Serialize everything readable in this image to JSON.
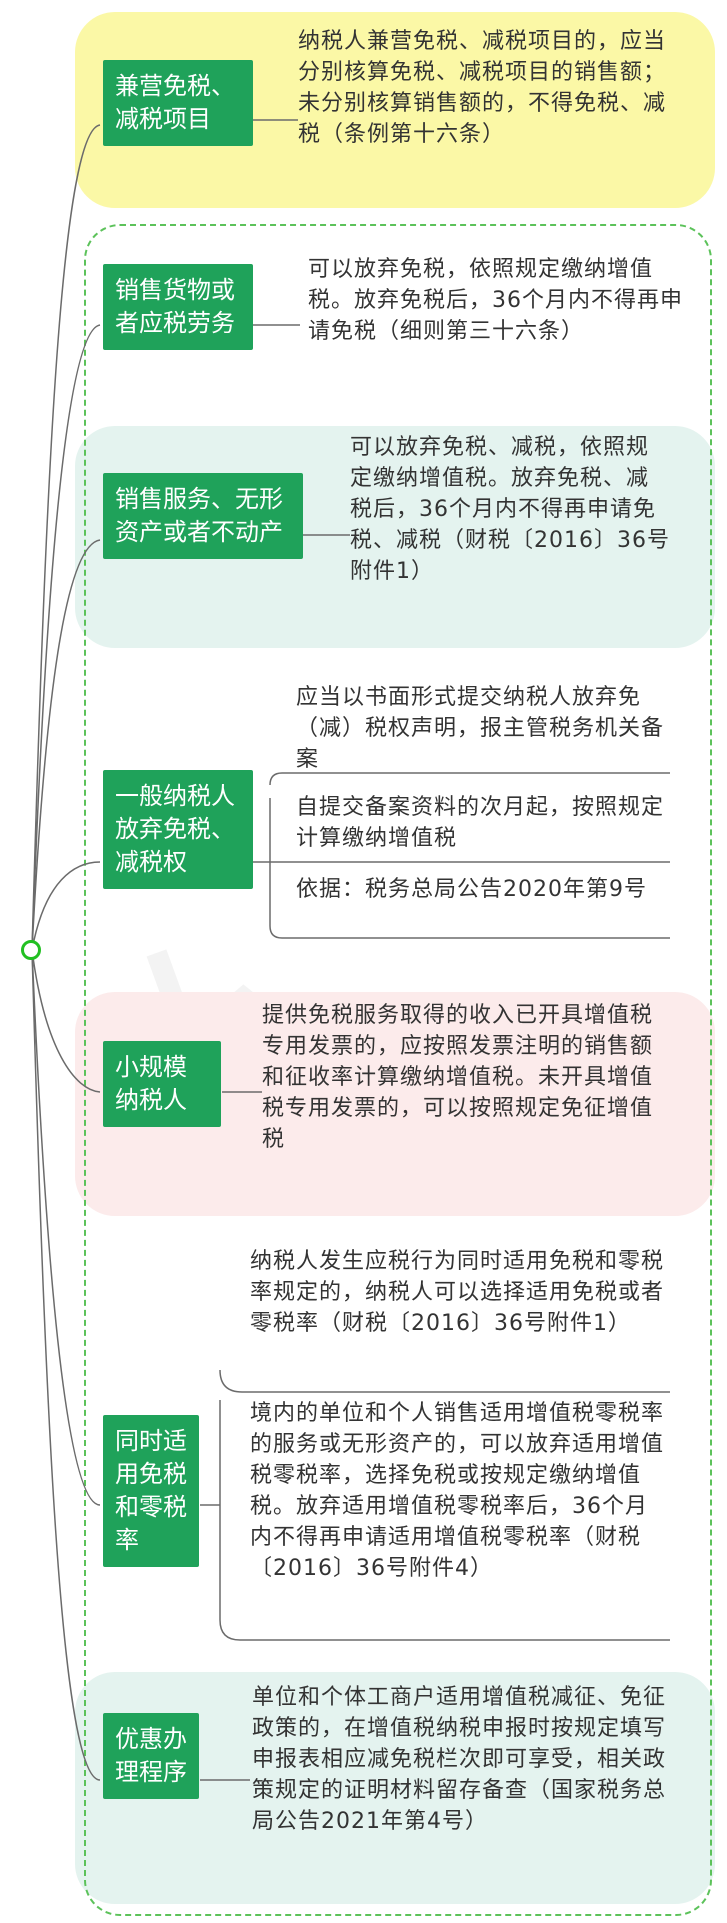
{
  "topics": [
    {
      "label": "兼营免税、减税项目",
      "notes": [
        "纳税人兼营免税、减税项目的，应当分别核算免税、减税项目的销售额；未分别核算销售额的，不得免税、减税（条例第十六条）"
      ]
    },
    {
      "label": "销售货物或者应税劳务",
      "notes": [
        "可以放弃免税，依照规定缴纳增值税。放弃免税后，36个月内不得再申请免税（细则第三十六条）"
      ]
    },
    {
      "label": "销售服务、无形资产或者不动产",
      "notes": [
        "可以放弃免税、减税，依照规定缴纳增值税。放弃免税、减税后，36个月内不得再申请免税、减税（财税〔2016〕36号附件1）"
      ]
    },
    {
      "label": "一般纳税人放弃免税、减税权",
      "notes": [
        "应当以书面形式提交纳税人放弃免（减）税权声明，报主管税务机关备案",
        "自提交备案资料的次月起，按照规定计算缴纳增值税",
        "依据：税务总局公告2020年第9号"
      ]
    },
    {
      "label": "小规模纳税人",
      "notes": [
        "提供免税服务取得的收入已开具增值税专用发票的，应按照发票注明的销售额和征收率计算缴纳增值税。未开具增值税专用发票的，可以按照规定免征增值税"
      ]
    },
    {
      "label": "同时适用免税和零税率",
      "notes": [
        "纳税人发生应税行为同时适用免税和零税率规定的，纳税人可以选择适用免税或者零税率（财税〔2016〕36号附件1）",
        "境内的单位和个人销售适用增值税零税率的服务或无形资产的，可以放弃适用增值税零税率，选择免税或按规定缴纳增值税。放弃适用增值税零税率后，36个月内不得再申请适用增值税零税率（财税〔2016〕36号附件4）"
      ]
    },
    {
      "label": "优惠办理程序",
      "notes": [
        "单位和个体工商户适用增值税减征、免征政策的，在增值税纳税申报时按规定填写申报表相应减免税栏次即可享受，相关政策规定的证明材料留存备查（国家税务总局公告2021年第4号）"
      ]
    }
  ],
  "colors": {
    "node_fill": "#1fa25a",
    "highlight_yellow": "#fbf8a6",
    "highlight_teal": "#e4f3ef",
    "highlight_pink": "#fcebeb",
    "frame_border": "#5cc25a"
  }
}
